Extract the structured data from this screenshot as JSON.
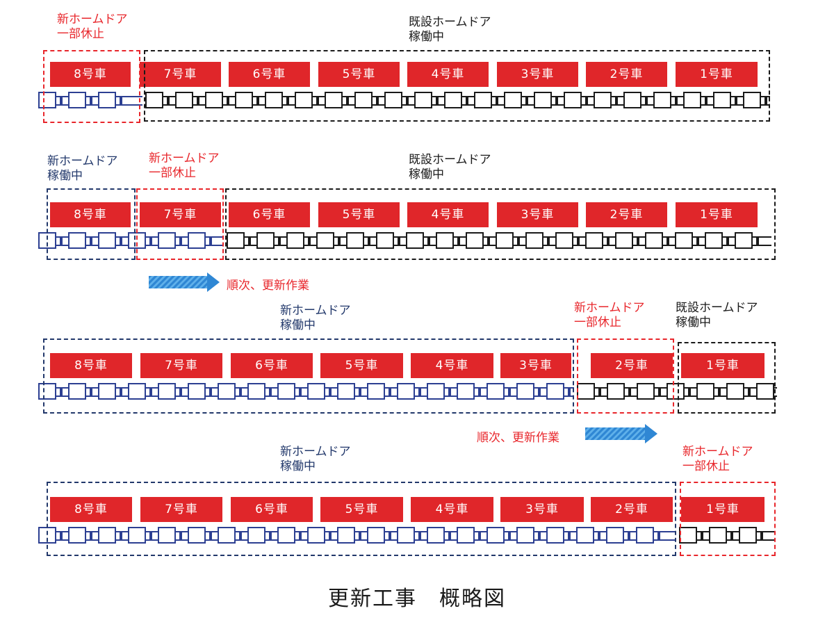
{
  "colors": {
    "red": "#e0262a",
    "navy": "#22386b",
    "blue": "#2c3f92",
    "black": "#1a1a1a",
    "arrow": "#2f87d4"
  },
  "caption": "更新工事　概略図",
  "arrow_label": "順次、更新作業",
  "rows": [
    {
      "cars": [
        "8号車",
        "7号車",
        "6号車",
        "5号車",
        "4号車",
        "3号車",
        "2号車",
        "1号車"
      ],
      "labels": [
        {
          "lines": [
            "新ホームドア",
            "一部休止"
          ],
          "color": "red"
        },
        {
          "lines": [
            "既設ホームドア",
            "稼働中"
          ],
          "color": "black"
        }
      ]
    },
    {
      "cars": [
        "8号車",
        "7号車",
        "6号車",
        "5号車",
        "4号車",
        "3号車",
        "2号車",
        "1号車"
      ],
      "labels": [
        {
          "lines": [
            "新ホームドア",
            "稼働中"
          ],
          "color": "navy"
        },
        {
          "lines": [
            "新ホームドア",
            "一部休止"
          ],
          "color": "red"
        },
        {
          "lines": [
            "既設ホームドア",
            "稼働中"
          ],
          "color": "black"
        }
      ]
    },
    {
      "cars": [
        "8号車",
        "7号車",
        "6号車",
        "5号車",
        "4号車",
        "3号車",
        "2号車",
        "1号車"
      ],
      "labels": [
        {
          "lines": [
            "新ホームドア",
            "稼働中"
          ],
          "color": "navy"
        },
        {
          "lines": [
            "新ホームドア",
            "一部休止"
          ],
          "color": "red"
        },
        {
          "lines": [
            "既設ホームドア",
            "稼働中"
          ],
          "color": "black"
        }
      ]
    },
    {
      "cars": [
        "8号車",
        "7号車",
        "6号車",
        "5号車",
        "4号車",
        "3号車",
        "2号車",
        "1号車"
      ],
      "labels": [
        {
          "lines": [
            "新ホームドア",
            "稼働中"
          ],
          "color": "navy"
        },
        {
          "lines": [
            "新ホームドア",
            "一部休止"
          ],
          "color": "red"
        }
      ]
    }
  ]
}
